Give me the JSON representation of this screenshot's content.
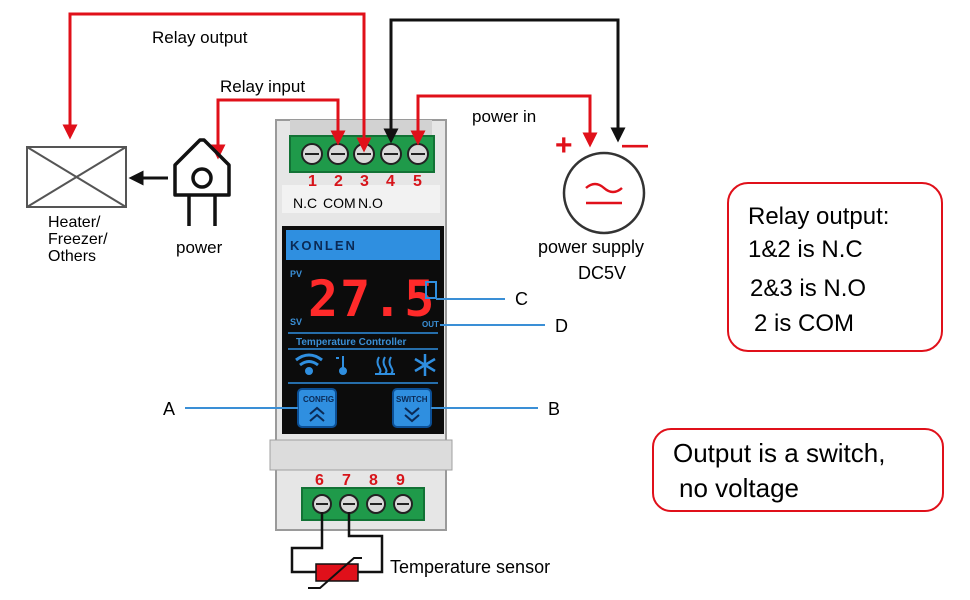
{
  "wiring": {
    "relay_output_label": "Relay output",
    "relay_input_label": "Relay input",
    "power_in_label": "power in",
    "load_label_line1": "Heater/",
    "load_label_line2": "Freezer/",
    "load_label_line3": "Others",
    "power_plug_label": "power",
    "supply_label_line1": "power supply",
    "supply_label_line2": "DC5V",
    "plus_sign": "+",
    "minus_sign": "—",
    "sensor_label": "Temperature sensor"
  },
  "terminals_top": [
    "1",
    "2",
    "3",
    "4",
    "5"
  ],
  "terminals_bottom": [
    "6",
    "7",
    "8",
    "9"
  ],
  "contact_labels": [
    "N.C",
    "COM",
    "N.O"
  ],
  "device": {
    "brand": "KONLEN",
    "pv_label": "PV",
    "sv_label": "SV",
    "display_value": "27.5",
    "out_label": "OUT",
    "subtitle": "Temperature Controller",
    "config_label": "CONFIG",
    "switch_label": "SWITCH"
  },
  "callouts": {
    "a": "A",
    "b": "B",
    "c": "C",
    "d": "D"
  },
  "info_box_1": {
    "line1": "Relay output:",
    "line2": "1&2 is  N.C",
    "line3": "2&3 is N.O",
    "line4": "2 is COM"
  },
  "info_box_2": {
    "line1": "Output is a switch,",
    "line2": "no voltage"
  },
  "colors": {
    "wire_red": "#e0101a",
    "terminal_green": "#1f9a4a",
    "screen_blue": "#2f8fe0",
    "lcd_red": "#ff2a2a",
    "callout_blue": "#3a8fd6",
    "box_border": "#e0101a"
  }
}
